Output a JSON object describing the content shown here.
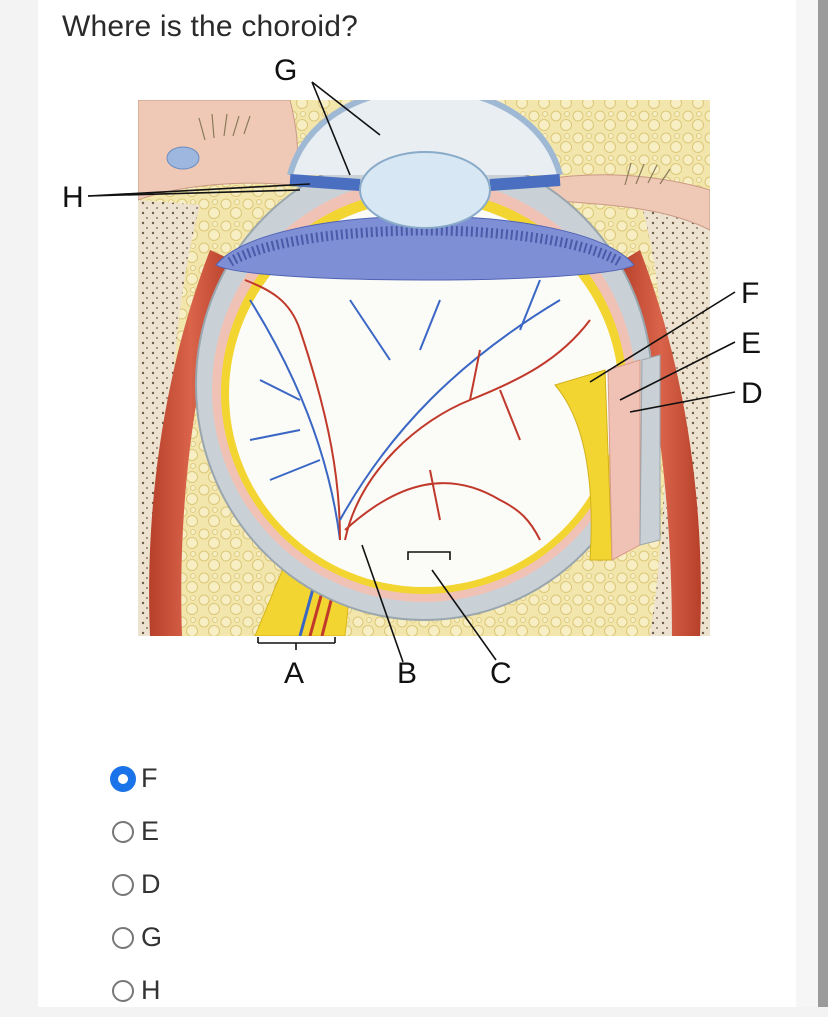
{
  "question": "Where is the choroid?",
  "figure": {
    "labels": {
      "A": "A",
      "B": "B",
      "C": "C",
      "D": "D",
      "E": "E",
      "F": "F",
      "G": "G",
      "H": "H"
    }
  },
  "options": [
    {
      "label": "F",
      "selected": true
    },
    {
      "label": "E",
      "selected": false
    },
    {
      "label": "D",
      "selected": false
    },
    {
      "label": "G",
      "selected": false
    },
    {
      "label": "H",
      "selected": false
    }
  ],
  "colors": {
    "accent": "#1a73e8",
    "sclera": "#c9d1d6",
    "retina": "#f3d531",
    "choroid": "#f0c2b6",
    "fat": "#efe2a5"
  }
}
